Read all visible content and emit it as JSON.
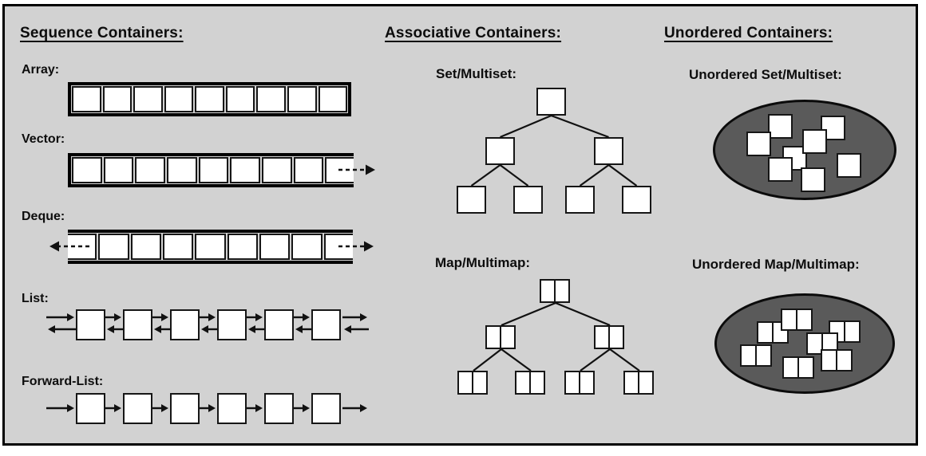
{
  "colors": {
    "panel_bg": "#d2d2d2",
    "frame_border": "#000000",
    "box_fill": "#ffffff",
    "box_border": "#161616",
    "ellipse_fill": "#5a5a5a",
    "line": "#111111",
    "text": "#0d0d0d"
  },
  "sequence": {
    "heading": "Sequence Containers:",
    "array": {
      "label": "Array:",
      "cell_count": 9
    },
    "vector": {
      "label": "Vector:",
      "cell_count": 9,
      "open_end": "back"
    },
    "deque": {
      "label": "Deque:",
      "cell_count": 9,
      "open_end": "front-and-back"
    },
    "list": {
      "label": "List:",
      "node_count": 6,
      "links": "bidirectional"
    },
    "forward_list": {
      "label": "Forward-List:",
      "node_count": 6,
      "links": "forward"
    }
  },
  "associative": {
    "heading": "Associative Containers:",
    "set": {
      "label": "Set/Multiset:",
      "tree_levels": [
        1,
        2,
        4
      ],
      "cells_per_node": 1
    },
    "map": {
      "label": "Map/Multimap:",
      "tree_levels": [
        1,
        2,
        4
      ],
      "cells_per_node": 2
    }
  },
  "unordered": {
    "heading": "Unordered Containers:",
    "set": {
      "label": "Unordered Set/Multiset:",
      "element_count": 8,
      "cells_per_node": 1
    },
    "map": {
      "label": "Unordered Map/Multimap:",
      "element_count": 7,
      "cells_per_node": 2
    }
  }
}
